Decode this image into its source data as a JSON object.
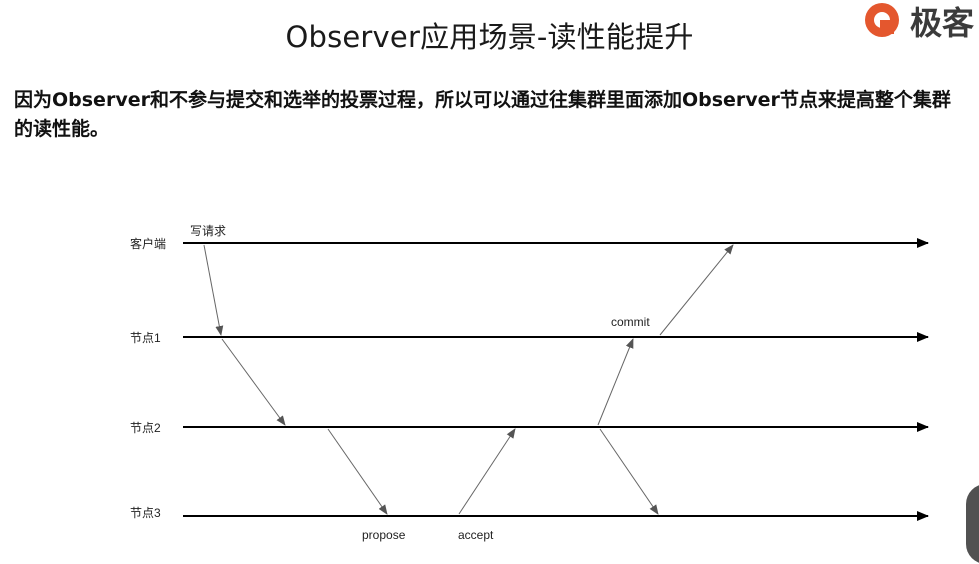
{
  "title": "Observer应用场景-读性能提升",
  "logo": {
    "text": "极客",
    "icon": "geek-logo-icon",
    "color": "#e4572e"
  },
  "description": "因为Observer和不参与提交和选举的投票过程，所以可以通过往集群里面添加Observer节点来提高整个集群的读性能。",
  "diagram": {
    "lanes": [
      {
        "id": "client",
        "label": "客户端"
      },
      {
        "id": "node1",
        "label": "节点1"
      },
      {
        "id": "node2",
        "label": "节点2"
      },
      {
        "id": "node3",
        "label": "节点3"
      }
    ],
    "messages": [
      {
        "label": "写请求",
        "from": "client",
        "to": "node1"
      },
      {
        "label": "",
        "from": "node1",
        "to": "node2"
      },
      {
        "label": "propose",
        "from": "node2",
        "to": "node3"
      },
      {
        "label": "accept",
        "from": "node3",
        "to": "node2"
      },
      {
        "label": "commit",
        "from": "node2",
        "to": "node1"
      },
      {
        "label": "",
        "from": "node2",
        "to": "node3"
      },
      {
        "label": "",
        "from": "node1",
        "to": "client"
      }
    ]
  }
}
